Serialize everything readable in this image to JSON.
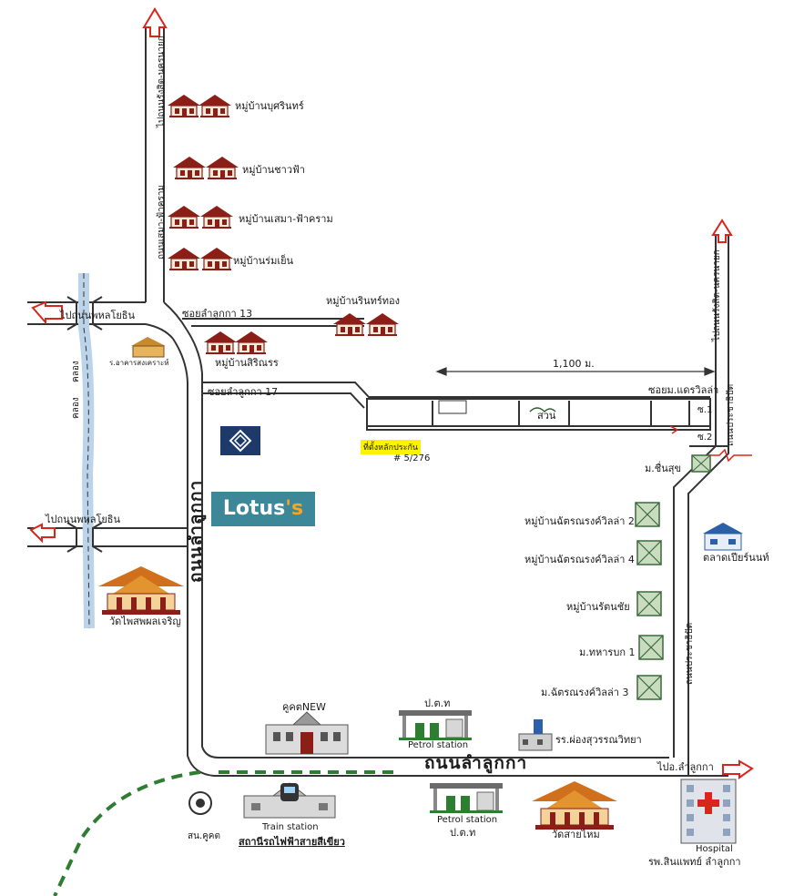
{
  "roads": {
    "main_north_label": "ไปถนนรังสิต-นครนายก",
    "east_north_label": "ไปถนนรังสิต-นครนายก",
    "sema_road": "ถนนเสมา-ฟ้าคราม",
    "soi_13": "ซอยลำลูกกา 13",
    "soi_17": "ซอยลำลูกกา 17",
    "west_top": "ไปถนนพหลโยธิน",
    "west_mid": "ไปถนนพหลโยธิน",
    "canal_1": "คลอง",
    "canal_2": "คลอง",
    "lamlukka_vertical": "ถนนลำลูกกา",
    "lamlukka_bottom": "ถนนลำลูกกา",
    "to_lamlukka": "ไปอ.ลำลูกกา",
    "prachathipat_1": "ถนนประชาธิปัต",
    "prachathipat_2": "ถนนประชาธิปัต",
    "soi_lane": "ซอยม.แดรวิลล่า",
    "distance": "1,100 ม.",
    "block_1": "ซ.1",
    "block_2": "ซ.2"
  },
  "places": {
    "v1": "หมู่บ้านบุศรินทร์",
    "v2": "หมู่บ้านชาวฟ้า",
    "v3": "หมู่บ้านเสมา-ฟ้าคราม",
    "v4": "หมู่บ้านร่มเย็น",
    "v5": "หมู่บ้านรินทร์ทอง",
    "v6": "หมู่บ้านสิริณรร",
    "school_bldg": "ร.อาคารสงเคราะห์",
    "garden": "สวน",
    "location_tag": "ที่ตั้งหลักประกัน",
    "address": "# 5/276",
    "chuensuk": "ม.ชื่นสุข",
    "chat_2": "หมู่บ้านฉัตรณรงค์วิลล่า 2",
    "chat_4": "หมู่บ้านฉัตรณรงค์วิลล่า 4",
    "rattana": "หมู่บ้านรัตนชัย",
    "thahan": "ม.ทหารบก 1",
    "chat_3": "ม.ฉัตรณรงค์วิลล่า 3",
    "market": "ตลาดเปียร์นนท์",
    "temple_1": "วัดไพสพผลเจริญ",
    "kukot_new": "คูคตNEW",
    "petrol_top_code": "ป.ต.ท",
    "petrol_top": "Petrol station",
    "school": "รร.ผ่องสุวรรณวิทยา",
    "police": "สน.คูคต",
    "train_en": "Train station",
    "train_th": "สถานีรถไฟฟ้าสายสีเขียว",
    "petrol_bot": "Petrol station",
    "petrol_bot_code": "ป.ต.ท",
    "temple_2": "วัดสายไหม",
    "hospital_en": "Hospital",
    "hospital_th": "รพ.สินแพทย์ ลำลูกกา",
    "lotus_main": "Lotus",
    "lotus_apos": "'s"
  },
  "colors": {
    "arrow_red": "#d9261c",
    "road": "#333333",
    "green_line": "#2e7d32",
    "house_red": "#8b1e16",
    "lotus_teal": "#3c8798",
    "tag_yellow": "#fff200"
  }
}
